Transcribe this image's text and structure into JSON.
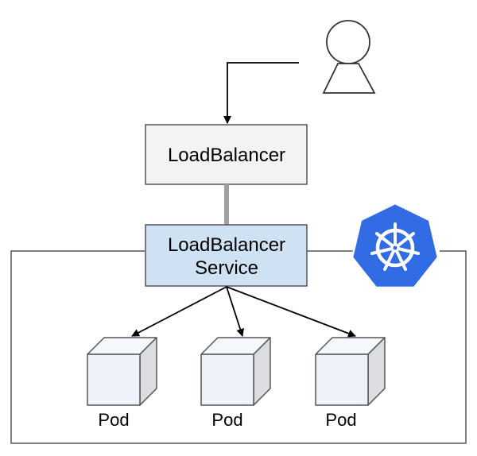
{
  "external_lb": {
    "label": "LoadBalancer"
  },
  "service": {
    "line1": "LoadBalancer",
    "line2": "Service"
  },
  "pods": [
    {
      "label": "Pod"
    },
    {
      "label": "Pod"
    },
    {
      "label": "Pod"
    }
  ],
  "icons": {
    "user": "user-icon",
    "kubernetes": "kubernetes-logo",
    "pod": "cube-icon"
  },
  "colors": {
    "external_lb_fill": "#f3f3f3",
    "service_fill": "#cfe2f3",
    "pod_front": "#eef3fb",
    "pod_side": "#dcdde2",
    "kubernetes_blue": "#326ce5",
    "connector_gray": "#a0a0a0"
  }
}
